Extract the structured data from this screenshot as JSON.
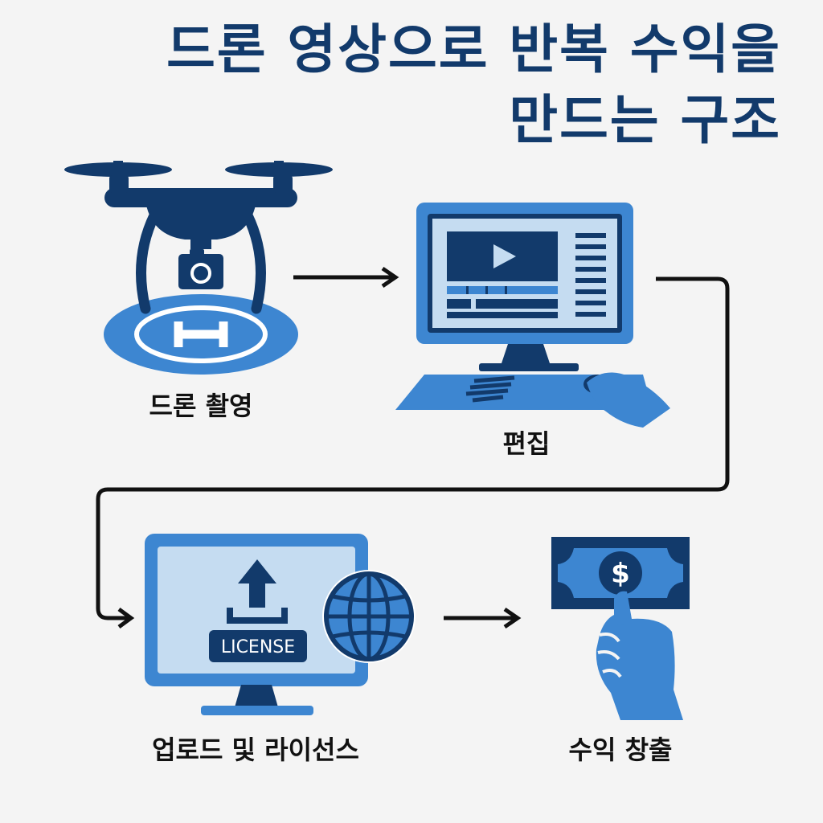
{
  "title": {
    "line1": "드론 영상으로 반복 수익을",
    "line2": "만드는 구조"
  },
  "steps": [
    {
      "label": "드론 촬영",
      "icon": "drone-icon"
    },
    {
      "label": "편집",
      "icon": "editing-computer-icon"
    },
    {
      "label": "업로드 및 라이선스",
      "icon": "upload-monitor-globe-icon",
      "badge": "LICENSE"
    },
    {
      "label": "수익 창출",
      "icon": "money-hand-icon",
      "symbol": "$"
    }
  ],
  "colors": {
    "navy": "#123a6b",
    "blue": "#3d86d1",
    "light": "#c5dcf1",
    "arrow": "#111111",
    "background": "#f4f4f4"
  }
}
